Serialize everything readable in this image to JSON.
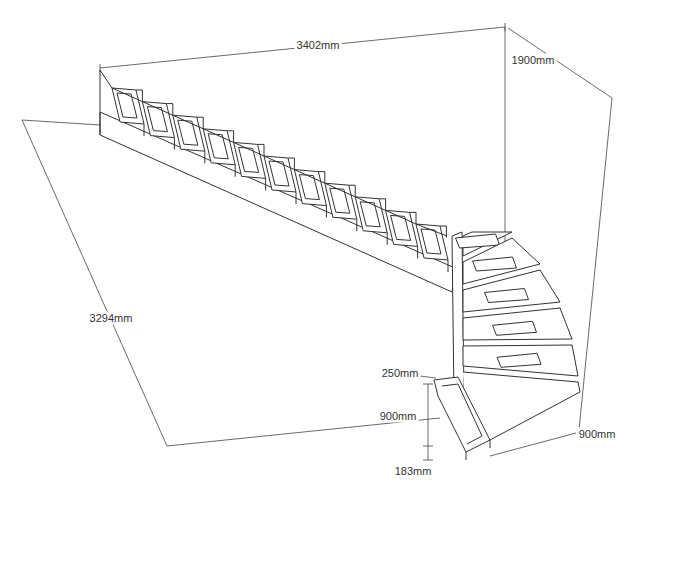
{
  "diagram": {
    "labels": [
      "3402mm",
      "1900mm",
      "3294mm",
      "250mm",
      "900mm",
      "900mm",
      "183mm"
    ]
  }
}
